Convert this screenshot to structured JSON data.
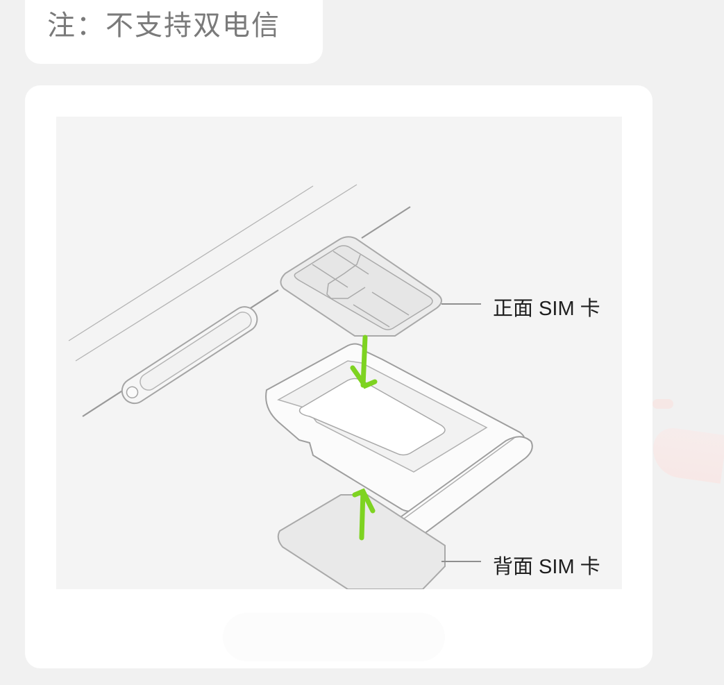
{
  "note": {
    "text": "注：不支持双电信"
  },
  "illustration": {
    "description": "iPhone SIM tray diagram showing front and back SIM card insertion",
    "labels": {
      "front_sim": "正面 SIM 卡",
      "back_sim": "背面 SIM 卡"
    },
    "arrow_color": "#7ed321",
    "line_color": "#a9a9a9",
    "background_color": "#f4f4f4"
  },
  "colors": {
    "page_background": "#f1f1f1",
    "card_background": "#ffffff",
    "note_text": "#7a7a7a",
    "label_text": "#1e1e1e"
  }
}
